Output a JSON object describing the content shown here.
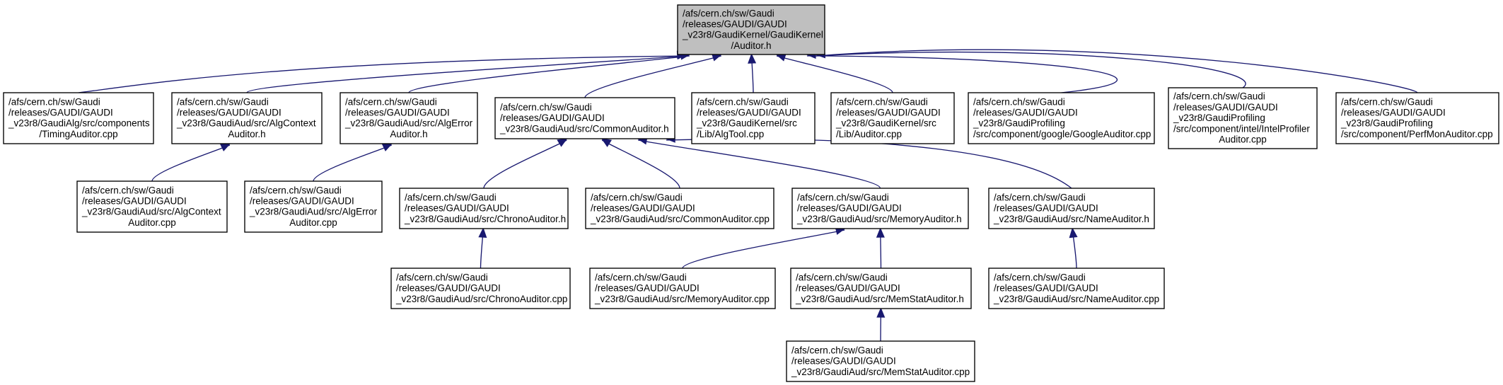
{
  "title": "",
  "nodes": [
    {
      "id": "root",
      "lines": [
        "/afs/cern.ch/sw/Gaudi",
        "/releases/GAUDI/GAUDI",
        "_v23r8/GaudiKernel/GaudiKernel",
        "/Auditor.h"
      ],
      "root": true
    },
    {
      "id": "timing",
      "lines": [
        "/afs/cern.ch/sw/Gaudi",
        "/releases/GAUDI/GAUDI",
        "_v23r8/GaudiAlg/src/components",
        "/TimingAuditor.cpp"
      ]
    },
    {
      "id": "algcontext_h",
      "lines": [
        "/afs/cern.ch/sw/Gaudi",
        "/releases/GAUDI/GAUDI",
        "_v23r8/GaudiAud/src/AlgContext",
        "Auditor.h"
      ]
    },
    {
      "id": "algerror_h",
      "lines": [
        "/afs/cern.ch/sw/Gaudi",
        "/releases/GAUDI/GAUDI",
        "_v23r8/GaudiAud/src/AlgError",
        "Auditor.h"
      ]
    },
    {
      "id": "common_h",
      "lines": [
        "/afs/cern.ch/sw/Gaudi",
        "/releases/GAUDI/GAUDI",
        "_v23r8/GaudiAud/src/CommonAuditor.h"
      ]
    },
    {
      "id": "algtool",
      "lines": [
        "/afs/cern.ch/sw/Gaudi",
        "/releases/GAUDI/GAUDI",
        "_v23r8/GaudiKernel/src",
        "/Lib/AlgTool.cpp"
      ]
    },
    {
      "id": "auditor_cpp",
      "lines": [
        "/afs/cern.ch/sw/Gaudi",
        "/releases/GAUDI/GAUDI",
        "_v23r8/GaudiKernel/src",
        "/Lib/Auditor.cpp"
      ]
    },
    {
      "id": "google",
      "lines": [
        "/afs/cern.ch/sw/Gaudi",
        "/releases/GAUDI/GAUDI",
        "_v23r8/GaudiProfiling",
        "/src/component/google/GoogleAuditor.cpp"
      ]
    },
    {
      "id": "intel",
      "lines": [
        "/afs/cern.ch/sw/Gaudi",
        "/releases/GAUDI/GAUDI",
        "_v23r8/GaudiProfiling",
        "/src/component/intel/IntelProfiler",
        "Auditor.cpp"
      ]
    },
    {
      "id": "perfmon",
      "lines": [
        "/afs/cern.ch/sw/Gaudi",
        "/releases/GAUDI/GAUDI",
        "_v23r8/GaudiProfiling",
        "/src/component/PerfMonAuditor.cpp"
      ]
    },
    {
      "id": "algcontext_cpp",
      "lines": [
        "/afs/cern.ch/sw/Gaudi",
        "/releases/GAUDI/GAUDI",
        "_v23r8/GaudiAud/src/AlgContext",
        "Auditor.cpp"
      ]
    },
    {
      "id": "algerror_cpp",
      "lines": [
        "/afs/cern.ch/sw/Gaudi",
        "/releases/GAUDI/GAUDI",
        "_v23r8/GaudiAud/src/AlgError",
        "Auditor.cpp"
      ]
    },
    {
      "id": "chrono_h",
      "lines": [
        "/afs/cern.ch/sw/Gaudi",
        "/releases/GAUDI/GAUDI",
        "_v23r8/GaudiAud/src/ChronoAuditor.h"
      ]
    },
    {
      "id": "common_cpp",
      "lines": [
        "/afs/cern.ch/sw/Gaudi",
        "/releases/GAUDI/GAUDI",
        "_v23r8/GaudiAud/src/CommonAuditor.cpp"
      ]
    },
    {
      "id": "memory_h",
      "lines": [
        "/afs/cern.ch/sw/Gaudi",
        "/releases/GAUDI/GAUDI",
        "_v23r8/GaudiAud/src/MemoryAuditor.h"
      ]
    },
    {
      "id": "name_h",
      "lines": [
        "/afs/cern.ch/sw/Gaudi",
        "/releases/GAUDI/GAUDI",
        "_v23r8/GaudiAud/src/NameAuditor.h"
      ]
    },
    {
      "id": "chrono_cpp",
      "lines": [
        "/afs/cern.ch/sw/Gaudi",
        "/releases/GAUDI/GAUDI",
        "_v23r8/GaudiAud/src/ChronoAuditor.cpp"
      ]
    },
    {
      "id": "memory_cpp",
      "lines": [
        "/afs/cern.ch/sw/Gaudi",
        "/releases/GAUDI/GAUDI",
        "_v23r8/GaudiAud/src/MemoryAuditor.cpp"
      ]
    },
    {
      "id": "memstat_h",
      "lines": [
        "/afs/cern.ch/sw/Gaudi",
        "/releases/GAUDI/GAUDI",
        "_v23r8/GaudiAud/src/MemStatAuditor.h"
      ]
    },
    {
      "id": "name_cpp",
      "lines": [
        "/afs/cern.ch/sw/Gaudi",
        "/releases/GAUDI/GAUDI",
        "_v23r8/GaudiAud/src/NameAuditor.cpp"
      ]
    },
    {
      "id": "memstat_cpp",
      "lines": [
        "/afs/cern.ch/sw/Gaudi",
        "/releases/GAUDI/GAUDI",
        "_v23r8/GaudiAud/src/MemStatAuditor.cpp"
      ]
    }
  ],
  "edges": [
    {
      "from": "timing",
      "to": "root"
    },
    {
      "from": "algcontext_h",
      "to": "root"
    },
    {
      "from": "algerror_h",
      "to": "root"
    },
    {
      "from": "common_h",
      "to": "root"
    },
    {
      "from": "algtool",
      "to": "root"
    },
    {
      "from": "auditor_cpp",
      "to": "root"
    },
    {
      "from": "google",
      "to": "root"
    },
    {
      "from": "intel",
      "to": "root"
    },
    {
      "from": "perfmon",
      "to": "root"
    },
    {
      "from": "algcontext_cpp",
      "to": "algcontext_h"
    },
    {
      "from": "algerror_cpp",
      "to": "algerror_h"
    },
    {
      "from": "chrono_h",
      "to": "common_h"
    },
    {
      "from": "common_cpp",
      "to": "common_h"
    },
    {
      "from": "memory_h",
      "to": "common_h"
    },
    {
      "from": "name_h",
      "to": "common_h"
    },
    {
      "from": "chrono_cpp",
      "to": "chrono_h"
    },
    {
      "from": "memory_cpp",
      "to": "memory_h"
    },
    {
      "from": "memstat_h",
      "to": "memory_h"
    },
    {
      "from": "name_cpp",
      "to": "name_h"
    },
    {
      "from": "memstat_cpp",
      "to": "memstat_h"
    }
  ],
  "colors": {
    "root_fill": "#bfbfbf",
    "node_fill": "#ffffff",
    "node_border": "#000000",
    "edge": "#191970"
  }
}
